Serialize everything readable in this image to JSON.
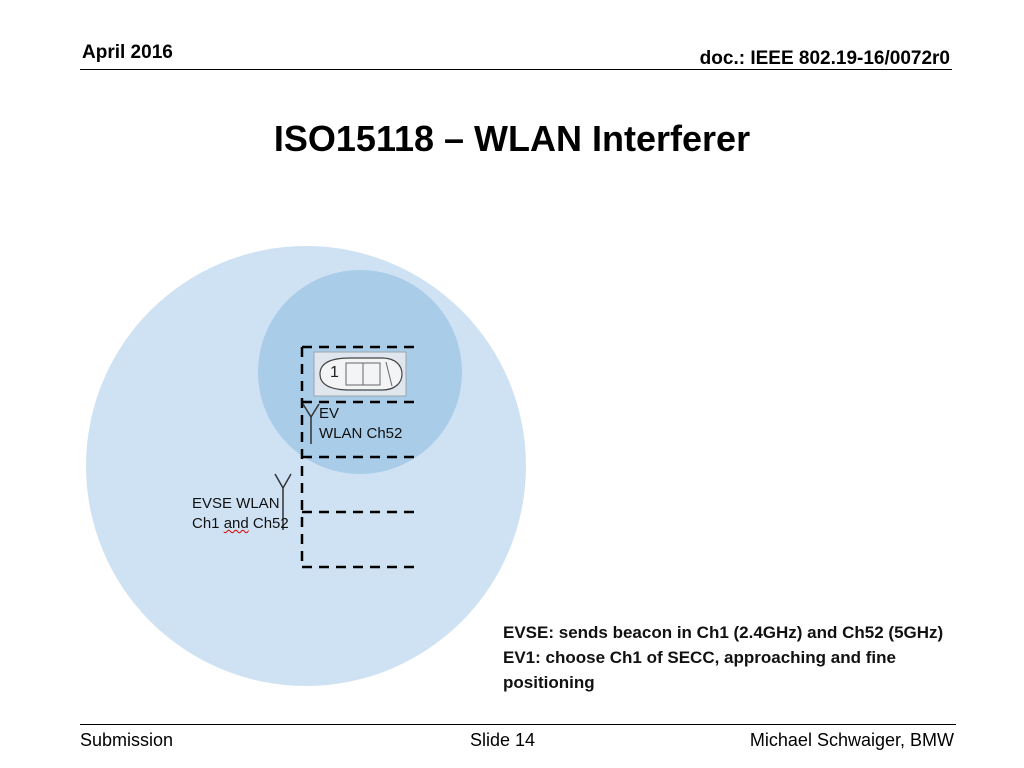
{
  "header": {
    "date": "April 2016",
    "doc": "doc.: IEEE 802.19-16/0072r0"
  },
  "slide": {
    "title": "ISO15118 – WLAN Interferer"
  },
  "diagram": {
    "ev_label_line1": "EV",
    "ev_label_line2": "WLAN Ch52",
    "evse_label_line1": "EVSE WLAN",
    "evse_label_line2_a": "Ch1 ",
    "evse_label_line2_b": "and",
    "evse_label_line2_c": " Ch52",
    "car_number": "1",
    "colors": {
      "outer_circle": "#cfe2f3",
      "inner_circle": "#a9cce8"
    }
  },
  "note": {
    "line1": "EVSE:  sends beacon in Ch1 (2.4GHz) and Ch52 (5GHz)",
    "line2": "EV1: choose Ch1 of SECC, approaching and fine positioning"
  },
  "footer": {
    "left": "Submission",
    "center": "Slide 14",
    "right": "Michael Schwaiger, BMW"
  }
}
